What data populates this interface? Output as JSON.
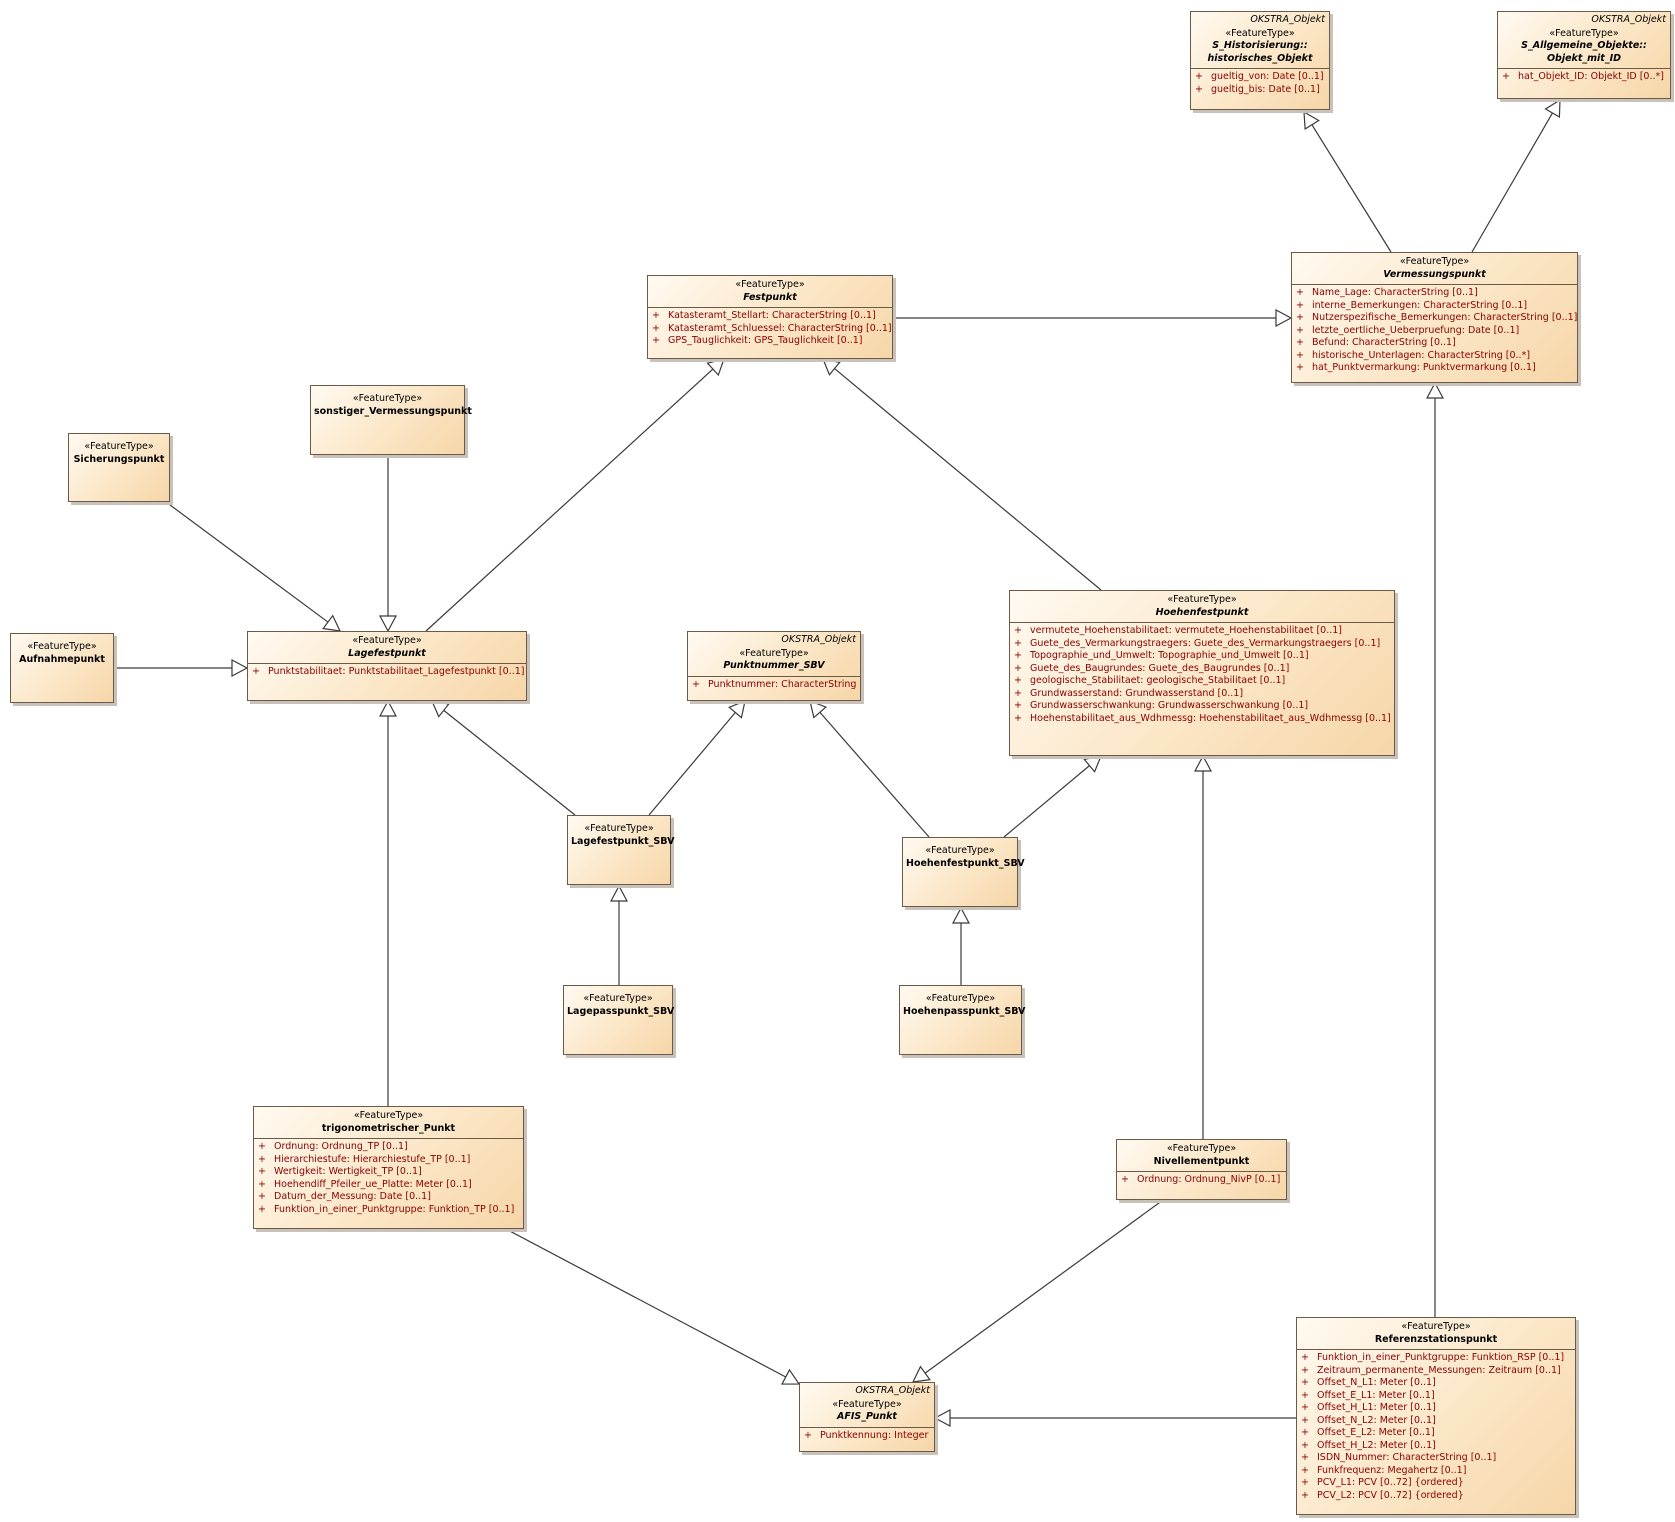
{
  "stereotype": "«FeatureType»",
  "classes": {
    "historisches_objekt": {
      "package": "OKSTRA_Objekt",
      "name_lines": [
        "S_Historisierung::",
        "historisches_Objekt"
      ],
      "attrs": [
        "gueltig_von: Date [0..1]",
        "gueltig_bis: Date [0..1]"
      ]
    },
    "objekt_mit_id": {
      "package": "OKSTRA_Objekt",
      "name_lines": [
        "S_Allgemeine_Objekte::",
        "Objekt_mit_ID"
      ],
      "attrs": [
        "hat_Objekt_ID: Objekt_ID [0..*]"
      ]
    },
    "vermessungspunkt": {
      "name_lines": [
        "Vermessungspunkt"
      ],
      "attrs": [
        "Name_Lage: CharacterString [0..1]",
        "interne_Bemerkungen: CharacterString [0..1]",
        "Nutzerspezifische_Bemerkungen: CharacterString [0..1]",
        "letzte_oertliche_Ueberpruefung: Date [0..1]",
        "Befund: CharacterString [0..1]",
        "historische_Unterlagen: CharacterString [0..*]",
        "hat_Punktvermarkung: Punktvermarkung [0..1]"
      ]
    },
    "festpunkt": {
      "name_lines": [
        "Festpunkt"
      ],
      "attrs": [
        "Katasteramt_Stellart: CharacterString [0..1]",
        "Katasteramt_Schluessel: CharacterString [0..1]",
        "GPS_Tauglichkeit: GPS_Tauglichkeit [0..1]"
      ]
    },
    "sonstiger_vermessungspunkt": {
      "name_lines": [
        "sonstiger_Vermessungspunkt"
      ]
    },
    "sicherungspunkt": {
      "name_lines": [
        "Sicherungspunkt"
      ]
    },
    "aufnahmepunkt": {
      "name_lines": [
        "Aufnahmepunkt"
      ]
    },
    "lagefestpunkt": {
      "name_lines": [
        "Lagefestpunkt"
      ],
      "attrs": [
        "Punktstabilitaet: Punktstabilitaet_Lagefestpunkt [0..1]"
      ]
    },
    "punktnummer_sbv": {
      "package": "OKSTRA_Objekt",
      "name_lines": [
        "Punktnummer_SBV"
      ],
      "attrs": [
        "Punktnummer: CharacterString"
      ]
    },
    "hoehenfestpunkt": {
      "name_lines": [
        "Hoehenfestpunkt"
      ],
      "attrs": [
        "vermutete_Hoehenstabilitaet: vermutete_Hoehenstabilitaet [0..1]",
        "Guete_des_Vermarkungstraegers: Guete_des_Vermarkungstraegers [0..1]",
        "Topographie_und_Umwelt: Topographie_und_Umwelt [0..1]",
        "Guete_des_Baugrundes: Guete_des_Baugrundes [0..1]",
        "geologische_Stabilitaet: geologische_Stabilitaet [0..1]",
        "Grundwasserstand: Grundwasserstand [0..1]",
        "Grundwasserschwankung: Grundwasserschwankung [0..1]",
        "Hoehenstabilitaet_aus_Wdhmessg: Hoehenstabilitaet_aus_Wdhmessg [0..1]"
      ]
    },
    "lagefestpunkt_sbv": {
      "name_lines": [
        "Lagefestpunkt_SBV"
      ]
    },
    "hoehenfestpunkt_sbv": {
      "name_lines": [
        "Hoehenfestpunkt_SBV"
      ]
    },
    "lagepasspunkt_sbv": {
      "name_lines": [
        "Lagepasspunkt_SBV"
      ]
    },
    "hoehenpasspunkt_sbv": {
      "name_lines": [
        "Hoehenpasspunkt_SBV"
      ]
    },
    "trigonometrischer_punkt": {
      "name_lines": [
        "trigonometrischer_Punkt"
      ],
      "attrs": [
        "Ordnung: Ordnung_TP [0..1]",
        "Hierarchiestufe: Hierarchiestufe_TP [0..1]",
        "Wertigkeit: Wertigkeit_TP [0..1]",
        "Hoehendiff_Pfeiler_ue_Platte: Meter [0..1]",
        "Datum_der_Messung: Date [0..1]",
        "Funktion_in_einer_Punktgruppe: Funktion_TP [0..1]"
      ]
    },
    "nivellementpunkt": {
      "name_lines": [
        "Nivellementpunkt"
      ],
      "attrs": [
        "Ordnung: Ordnung_NivP [0..1]"
      ]
    },
    "afis_punkt": {
      "package": "OKSTRA_Objekt",
      "name_lines": [
        "AFIS_Punkt"
      ],
      "attrs": [
        "Punktkennung: Integer"
      ]
    },
    "referenzstationspunkt": {
      "name_lines": [
        "Referenzstationspunkt"
      ],
      "attrs": [
        "Funktion_in_einer_Punktgruppe: Funktion_RSP [0..1]",
        "Zeitraum_permanente_Messungen: Zeitraum [0..1]",
        "Offset_N_L1: Meter [0..1]",
        "Offset_E_L1: Meter [0..1]",
        "Offset_H_L1: Meter [0..1]",
        "Offset_N_L2: Meter [0..1]",
        "Offset_E_L2: Meter [0..1]",
        "Offset_H_L2: Meter [0..1]",
        "ISDN_Nummer: CharacterString [0..1]",
        "Funkfrequenz: Megahertz [0..1]",
        "PCV_L1: PCV [0..72] {ordered}",
        "PCV_L2: PCV [0..72] {ordered}"
      ]
    }
  },
  "generalizations": [
    {
      "from": "vermessungspunkt",
      "to": "historisches_objekt"
    },
    {
      "from": "vermessungspunkt",
      "to": "objekt_mit_id"
    },
    {
      "from": "festpunkt",
      "to": "vermessungspunkt"
    },
    {
      "from": "lagefestpunkt",
      "to": "festpunkt"
    },
    {
      "from": "hoehenfestpunkt",
      "to": "festpunkt"
    },
    {
      "from": "sonstiger_vermessungspunkt",
      "to": "lagefestpunkt"
    },
    {
      "from": "sicherungspunkt",
      "to": "lagefestpunkt"
    },
    {
      "from": "aufnahmepunkt",
      "to": "lagefestpunkt"
    },
    {
      "from": "lagefestpunkt_sbv",
      "to": "lagefestpunkt"
    },
    {
      "from": "lagefestpunkt_sbv",
      "to": "punktnummer_sbv"
    },
    {
      "from": "hoehenfestpunkt_sbv",
      "to": "punktnummer_sbv"
    },
    {
      "from": "hoehenfestpunkt_sbv",
      "to": "hoehenfestpunkt"
    },
    {
      "from": "lagepasspunkt_sbv",
      "to": "lagefestpunkt_sbv"
    },
    {
      "from": "hoehenpasspunkt_sbv",
      "to": "hoehenfestpunkt_sbv"
    },
    {
      "from": "trigonometrischer_punkt",
      "to": "lagefestpunkt"
    },
    {
      "from": "nivellementpunkt",
      "to": "hoehenfestpunkt"
    },
    {
      "from": "trigonometrischer_punkt",
      "to": "afis_punkt"
    },
    {
      "from": "nivellementpunkt",
      "to": "afis_punkt"
    },
    {
      "from": "referenzstationspunkt",
      "to": "afis_punkt"
    },
    {
      "from": "referenzstationspunkt",
      "to": "vermessungspunkt"
    }
  ]
}
